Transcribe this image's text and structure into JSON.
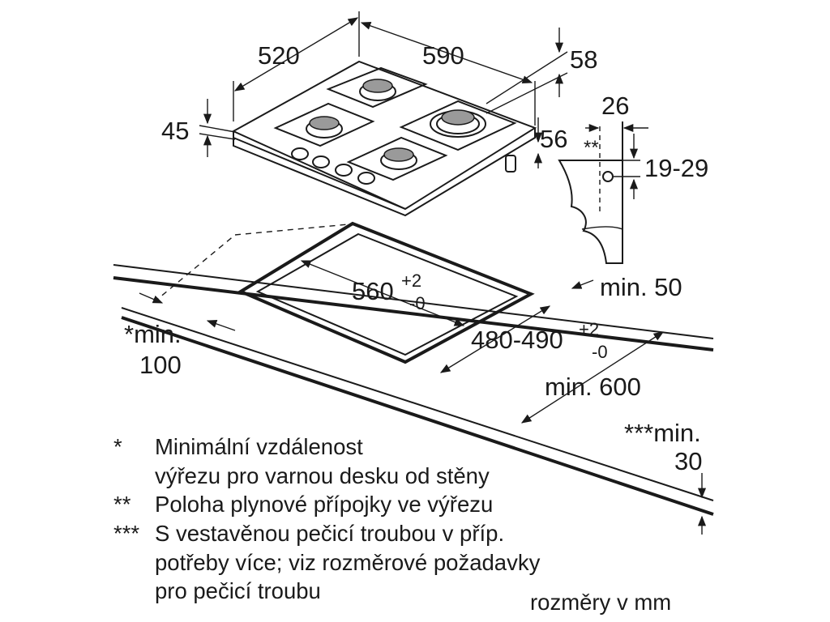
{
  "dimensions": {
    "hob_depth": "520",
    "hob_width": "590",
    "hob_height_top": "58",
    "hob_thickness": "45",
    "hob_side_depth": "56",
    "connection_offset": "26",
    "connection_mark": "**",
    "connection_height": "19-29",
    "cutout_width": "560",
    "cutout_width_tol_plus": "+2",
    "cutout_width_tol_minus": "-0",
    "cutout_depth": "480-490",
    "cutout_depth_tol_plus": "+2",
    "cutout_depth_tol_minus": "-0",
    "rear_min": "min. 50",
    "side_min_line1": "*min.",
    "side_min_line2": "100",
    "worktop_min": "min. 600",
    "below_min_line1": "***min.",
    "below_min_line2": "30"
  },
  "notes": [
    {
      "mark": "*",
      "lines": [
        "Minimální vzdálenost",
        "výřezu pro varnou desku od stěny"
      ]
    },
    {
      "mark": "**",
      "lines": [
        "Poloha plynové přípojky ve výřezu"
      ]
    },
    {
      "mark": "***",
      "lines": [
        "S vestavěnou pečicí troubou v příp.",
        "potřeby více; viz rozměrové požadavky",
        "pro pečicí troubu"
      ]
    }
  ],
  "units_note": "rozměry v mm"
}
